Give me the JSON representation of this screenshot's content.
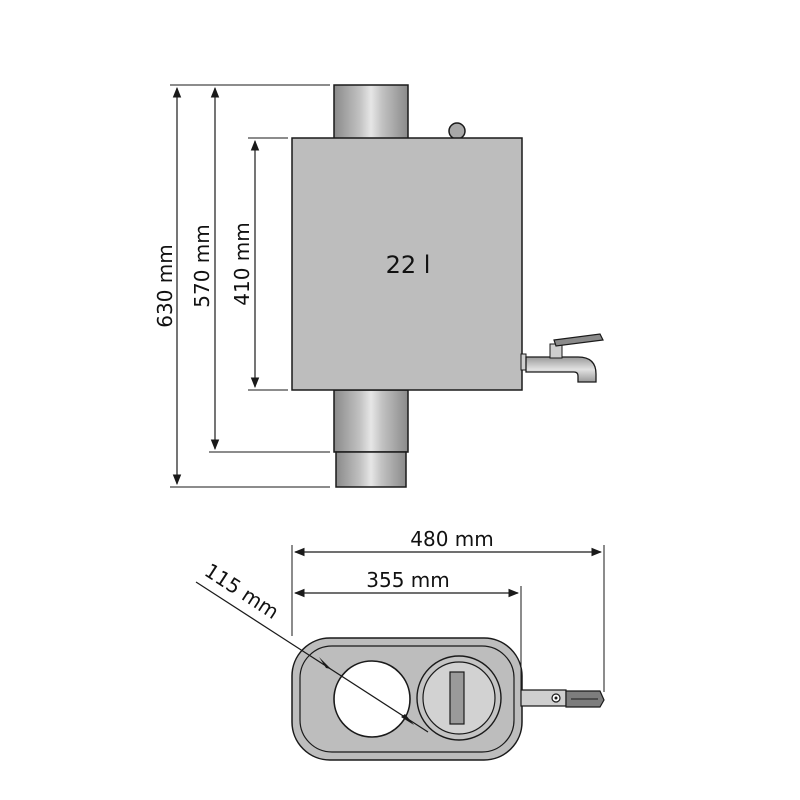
{
  "volume_label": "22 l",
  "side_view": {
    "height_total": "630 mm",
    "height_pipe": "570 mm",
    "height_tank": "410 mm"
  },
  "top_view": {
    "width_total": "480 mm",
    "width_tank": "355 mm",
    "pipe_diameter": "115 mm"
  },
  "colors": {
    "tank_fill": "#bdbdbd",
    "pipe_light": "#dcdcdc",
    "outline": "#1a1a1a",
    "background": "#ffffff"
  }
}
